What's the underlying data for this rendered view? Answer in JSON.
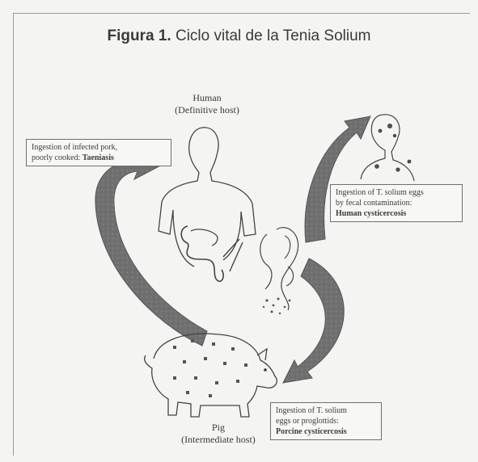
{
  "title": {
    "bold": "Figura 1.",
    "rest": " Ciclo vital de la Tenia Solium"
  },
  "nodes": {
    "human": {
      "name": "Human",
      "role": "(Definitive host)"
    },
    "pig": {
      "name": "Pig",
      "role": "(Intermediate host)"
    }
  },
  "boxes": {
    "taeniasis": {
      "line1": "Ingestion of infected pork,",
      "line2_plain": "poorly cooked: ",
      "line2_bold": "Taeniasis"
    },
    "human_cysticercosis": {
      "line1": "Ingestion of T. solium eggs",
      "line2": "by fecal contamination:",
      "line3_bold": "Human cysticercosis"
    },
    "porcine_cysticercosis": {
      "line1": "Ingestion of T. solium",
      "line2": "eggs or proglottids:",
      "line3_bold": "Porcine cysticercosis"
    }
  },
  "colors": {
    "arrow": "#6b6b6b",
    "ink": "#3a3a3a",
    "background": "#f4f4f2"
  }
}
